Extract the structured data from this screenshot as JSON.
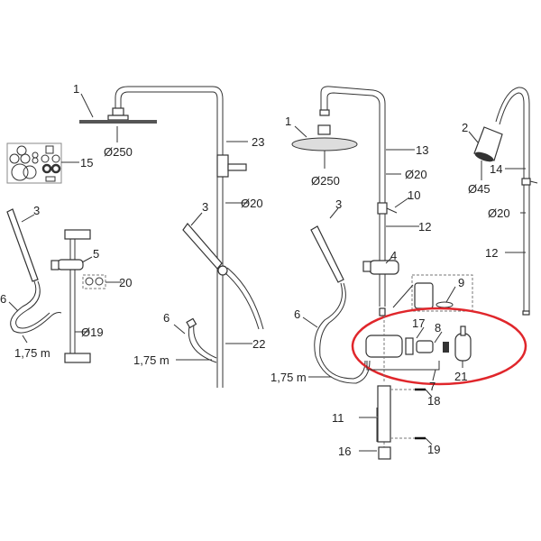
{
  "highlight_color": "#e0262b",
  "left_assembly": {
    "labels": {
      "head": "1",
      "head_diameter": "Ø250",
      "upper_pipe": "23",
      "pipe_diameter": "Ø20",
      "hand_shower": "3",
      "hose": "6",
      "hose_length": "1,75 m",
      "lower_pipe": "22",
      "seal_kit": "15",
      "slider": "5",
      "washers": "20",
      "hand_shower_left": "3",
      "hose_left": "6",
      "rail_diameter": "Ø19",
      "hose_length_left": "1,75 m"
    }
  },
  "right_assembly": {
    "labels": {
      "head": "1",
      "head_diameter": "Ø250",
      "upper_pipe": "13",
      "pipe_diameter": "Ø20",
      "holder": "10",
      "middle_pipe": "12",
      "slider": "4",
      "cartridge_set": "9",
      "hand_shower": "3",
      "hose": "6",
      "hose_length": "1,75 m",
      "part_17": "17",
      "part_8": "8",
      "handle": "21",
      "mixer": "7",
      "lower_pipe": "11",
      "part_18": "18",
      "part_19": "19",
      "end_cap": "16"
    }
  },
  "side_assembly": {
    "labels": {
      "head": "2",
      "pipe": "14",
      "head_diameter": "Ø45",
      "pipe_diameter": "Ø20",
      "lower_pipe": "12"
    }
  }
}
